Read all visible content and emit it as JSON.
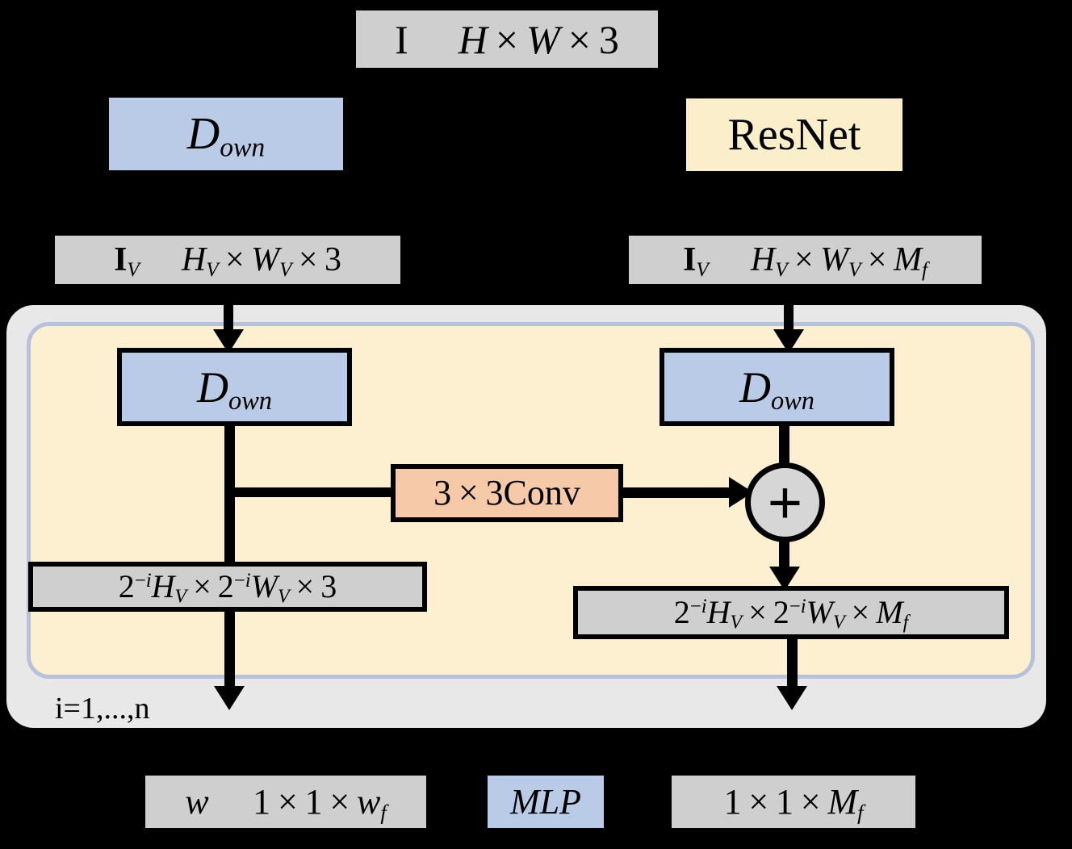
{
  "diagram": {
    "title": "Multi-scale downsampling and ResNet feature fusion network diagram",
    "colors": {
      "gray_box": "#cfcfcf",
      "blue_box": "#b9cbe6",
      "cream_box": "#fbeecb",
      "salmon_box": "#f6c9a9",
      "outer_container": "#e8e8e9",
      "inner_container": "#fdf0d0",
      "inner_border": "#b6c2da",
      "stroke": "#000000",
      "background": "#000000"
    },
    "nodes": {
      "input_image": {
        "label": "I   H × W × 3",
        "symbol": "I",
        "dims": "H × W × 3",
        "type": "tensor-shape"
      },
      "down_left_top": {
        "label": "Down",
        "base": "D",
        "sub": "own",
        "type": "operation"
      },
      "resnet": {
        "label": "ResNet",
        "type": "operation"
      },
      "iv_rgb": {
        "symbol": "I",
        "symbol_sub": "V",
        "dims": "H_V × W_V × 3",
        "label": "I_V  H_V × W_V × 3",
        "type": "tensor-shape"
      },
      "iv_feat": {
        "symbol": "I",
        "symbol_sub": "V",
        "dims": "H_V × W_V × M_f",
        "label": "I_V  H_V × W_V × M_f",
        "type": "tensor-shape"
      },
      "down_inner_left": {
        "label": "Down",
        "base": "D",
        "sub": "own",
        "type": "operation"
      },
      "down_inner_right": {
        "label": "Down",
        "base": "D",
        "sub": "own",
        "type": "operation"
      },
      "conv": {
        "label": "3 × 3Conv",
        "kernel": "3 × 3",
        "op": "Conv",
        "type": "operation"
      },
      "add": {
        "label": "+",
        "type": "elementwise-add"
      },
      "scaled_rgb": {
        "label": "2^-i H_V × 2^-i W_V × 3",
        "type": "tensor-shape"
      },
      "scaled_feat": {
        "label": "2^-i H_V × 2^-i W_V × M_f",
        "type": "tensor-shape"
      },
      "loop_label": {
        "label": "i=1,...,n",
        "type": "annotation"
      },
      "w_vector": {
        "symbol": "w",
        "dims": "1 × 1 × w_f",
        "label": "w   1 × 1 × w_f",
        "type": "tensor-shape"
      },
      "mlp": {
        "label": "MLP",
        "type": "operation"
      },
      "out_feat": {
        "label": "1 × 1 × M_f",
        "type": "tensor-shape"
      }
    }
  }
}
